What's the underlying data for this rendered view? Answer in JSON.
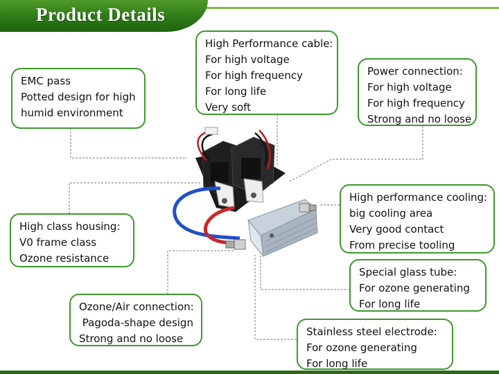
{
  "header": {
    "title": "Product Details"
  },
  "callouts": {
    "emc": [
      "EMC pass",
      "Potted design for high",
      "humid environment"
    ],
    "cable": [
      "High Performance cable:",
      "For high voltage",
      "For high frequency",
      "For long life",
      "Very soft"
    ],
    "power": [
      "Power connection:",
      "For high voltage",
      "For high frequency",
      "Strong and no loose"
    ],
    "cooling": [
      "High performance cooling:",
      "big cooling area",
      "Very good contact",
      "From precise tooling"
    ],
    "housing": [
      "High class housing:",
      "V0  frame class",
      "Ozone resistance"
    ],
    "glass": [
      "Special glass tube:",
      "For ozone generating",
      "For long life"
    ],
    "ozone": [
      "Ozone/Air connection:",
      " Pagoda-shape design",
      "Strong and no loose"
    ],
    "electrode": [
      "Stainless steel electrode:",
      "For ozone generating",
      "For long life"
    ]
  },
  "colors": {
    "accent_green": "#3a9a2a",
    "banner_green": "#2c7a16"
  }
}
